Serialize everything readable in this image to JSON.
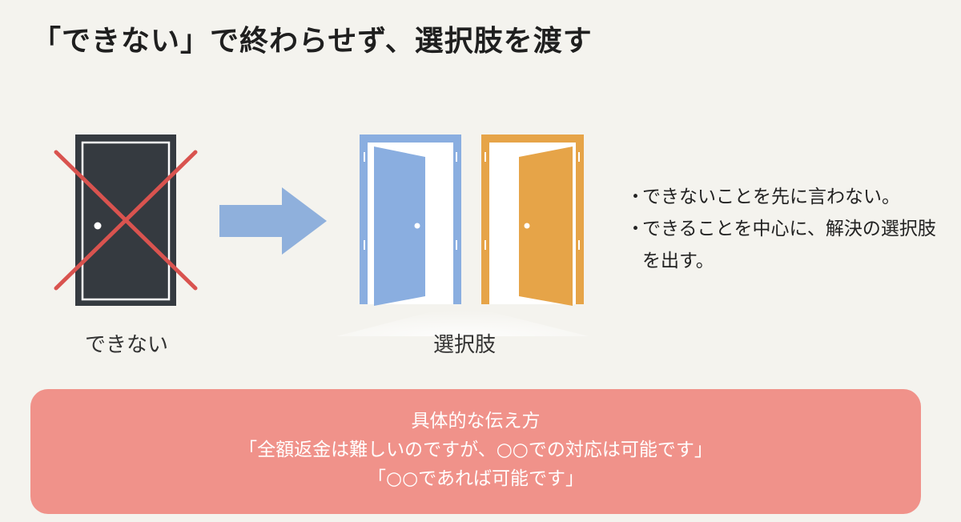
{
  "title": "「できない」で終わらせず、選択肢を渡す",
  "diagram": {
    "left_label": "できない",
    "right_label": "選択肢"
  },
  "points": {
    "items": [
      "できないことを先に言わない。",
      "できることを中心に、解決の選択肢を出す。"
    ]
  },
  "example": {
    "heading": "具体的な伝え方",
    "lines": [
      "「全額返金は難しいのですが、○○での対応は可能です」",
      "「○○であれば可能です」"
    ]
  },
  "colors": {
    "background": "#f4f3ee",
    "closed_door": "#353a40",
    "cross": "#d9534f",
    "arrow": "#8fb0dc",
    "blue_door": "#8aaee0",
    "orange_door": "#e6a448",
    "example_box": "#f0928a"
  }
}
